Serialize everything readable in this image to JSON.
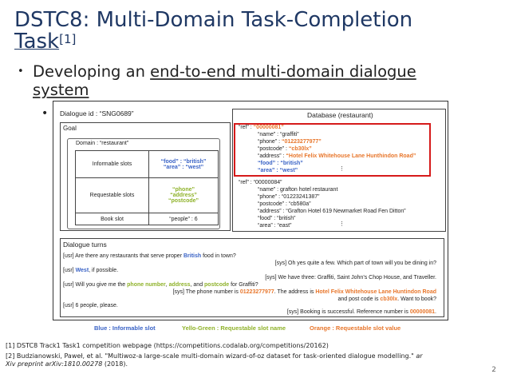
{
  "slide": {
    "title_line1": "DSTC8: Multi-Domain Task-Completion",
    "title_line2": "Task",
    "title_sup": "[1]",
    "bullet_pre": "Developing an ",
    "bullet_hl": "end-to-end multi-domain dialogue",
    "bullet_line2": "system",
    "page_number": "2"
  },
  "figure": {
    "dialogue_id": "Dialogue id : “SNG0689”",
    "goal_label": "Goal",
    "domain": "Domain : “restaurant”",
    "informable_label": "Informable slots",
    "informable_values": [
      "“food” : “british”",
      "“area” : “west”"
    ],
    "requestable_label": "Requestable slots",
    "requestable_values": [
      "“phone”",
      "“address”",
      "“postcode”"
    ],
    "book_label": "Book slot",
    "book_value": "“people” : 6",
    "database_title": "Database (restaurant)",
    "db_entries": [
      {
        "ref_key": "“ref” : ",
        "ref_val": "“00000081”",
        "name": "“name” : “graffiti”",
        "phone_key": "“phone” : ",
        "phone_val": "“01223277977”",
        "postcode_key": "“postcode” : ",
        "postcode_val": "“cb30lx”",
        "address_key": "“address” : ",
        "address_val": "“Hotel Felix Whitehouse Lane Hunthindon Road”",
        "food": "“food” : “british”",
        "area": "“area” : “west”",
        "ellipsis": "⋮"
      },
      {
        "ref": "“ref” : “00000084”",
        "name": "“name” : grafton hotel restaurant",
        "phone": "“phone” : “01223241387”",
        "postcode": "“postcode” : “cb580a”",
        "address": "“address” : “Grafton Hotel 619 Newmarket Road Fen Ditton”",
        "food": "“food” : “british”",
        "area": "“area” : “east”",
        "ellipsis": "⋮"
      }
    ],
    "turns_label": "Dialogue turns",
    "turns": {
      "t1_a": "[usr] Are there any restaurants that serve proper ",
      "t1_b": "British",
      "t1_c": " food in town?",
      "t2": "[sys] Oh yes quite a few. Which part of town will you be dining in?",
      "t3_a": "[usr] ",
      "t3_b": "West",
      "t3_c": ", if possible.",
      "t4": "[sys] We have three: Graffiti, Saint John’s Chop House, and Traveller.",
      "t5_a": "[usr] Will you give me the ",
      "t5_b": "phone number",
      "t5_c": ", ",
      "t5_d": "address",
      "t5_e": ", and ",
      "t5_f": "postcode",
      "t5_g": " for Graffiti?",
      "t6_a": "[sys] The phone number is ",
      "t6_b": "01223277977",
      "t6_c": ". The address is ",
      "t6_d": "Hotel Felix Whitehouse Lane Huntindon Road",
      "t6_e": "and post code is ",
      "t6_f": "cb30lx",
      "t6_g": ". Want to book?",
      "t7": "[usr] 6 people, please.",
      "t8_a": "[sys] Booking is successful. Reference number is ",
      "t8_b": "00000081",
      "t8_c": "."
    },
    "legend": {
      "blue": "Blue : Informable slot",
      "green": "Yello-Green : Requestable slot name",
      "orange": "Orange : Requestable slot value"
    }
  },
  "references": {
    "ref1": "[1] DSTC8 Track1 Task1 competition webpage (https://competitions.codalab.org/competitions/20162)",
    "ref2_a": "[2] Budzianowski, Paweł, et al. \"Multiwoz-a large-scale multi-domain wizard-of-oz dataset for task-oriented dialogue modelling.\" ",
    "ref2_b": "ar",
    "ref2_c": "Xiv preprint arXiv:1810.00278",
    "ref2_d": " (2018)."
  },
  "colors": {
    "title": "#1f3864",
    "informable_blue": "#3a63c6",
    "requestable_green": "#8fb22a",
    "value_orange": "#e8762b",
    "highlight_red": "#d61a1a"
  }
}
